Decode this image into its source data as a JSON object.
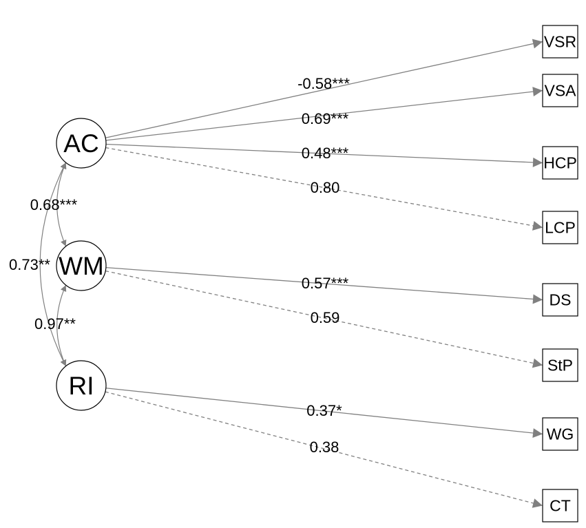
{
  "latent_factors": [
    {
      "id": "AC",
      "label": "AC"
    },
    {
      "id": "WM",
      "label": "WM"
    },
    {
      "id": "RI",
      "label": "RI"
    }
  ],
  "observed_variables": [
    {
      "id": "VSR",
      "label": "VSR"
    },
    {
      "id": "VSA",
      "label": "VSA"
    },
    {
      "id": "HCP",
      "label": "HCP"
    },
    {
      "id": "LCP",
      "label": "LCP"
    },
    {
      "id": "DS",
      "label": "DS"
    },
    {
      "id": "StP",
      "label": "StP"
    },
    {
      "id": "WG",
      "label": "WG"
    },
    {
      "id": "CT",
      "label": "CT"
    }
  ],
  "loadings": [
    {
      "from": "AC",
      "to": "VSR",
      "label": "-0.58***",
      "style": "solid"
    },
    {
      "from": "AC",
      "to": "VSA",
      "label": "0.69***",
      "style": "solid"
    },
    {
      "from": "AC",
      "to": "HCP",
      "label": "0.48***",
      "style": "solid"
    },
    {
      "from": "AC",
      "to": "LCP",
      "label": "0.80",
      "style": "dashed"
    },
    {
      "from": "WM",
      "to": "DS",
      "label": "0.57***",
      "style": "solid"
    },
    {
      "from": "WM",
      "to": "StP",
      "label": "0.59",
      "style": "dashed"
    },
    {
      "from": "RI",
      "to": "WG",
      "label": "0.37*",
      "style": "solid"
    },
    {
      "from": "RI",
      "to": "CT",
      "label": "0.38",
      "style": "dashed"
    }
  ],
  "covariances": [
    {
      "a": "AC",
      "b": "WM",
      "label": "0.68***"
    },
    {
      "a": "WM",
      "b": "RI",
      "label": "0.97**"
    },
    {
      "a": "AC",
      "b": "RI",
      "label": "0.73**"
    }
  ],
  "colors": {
    "edge": "#808080",
    "node_stroke": "#000000",
    "node_fill": "#ffffff",
    "text": "#000000"
  }
}
